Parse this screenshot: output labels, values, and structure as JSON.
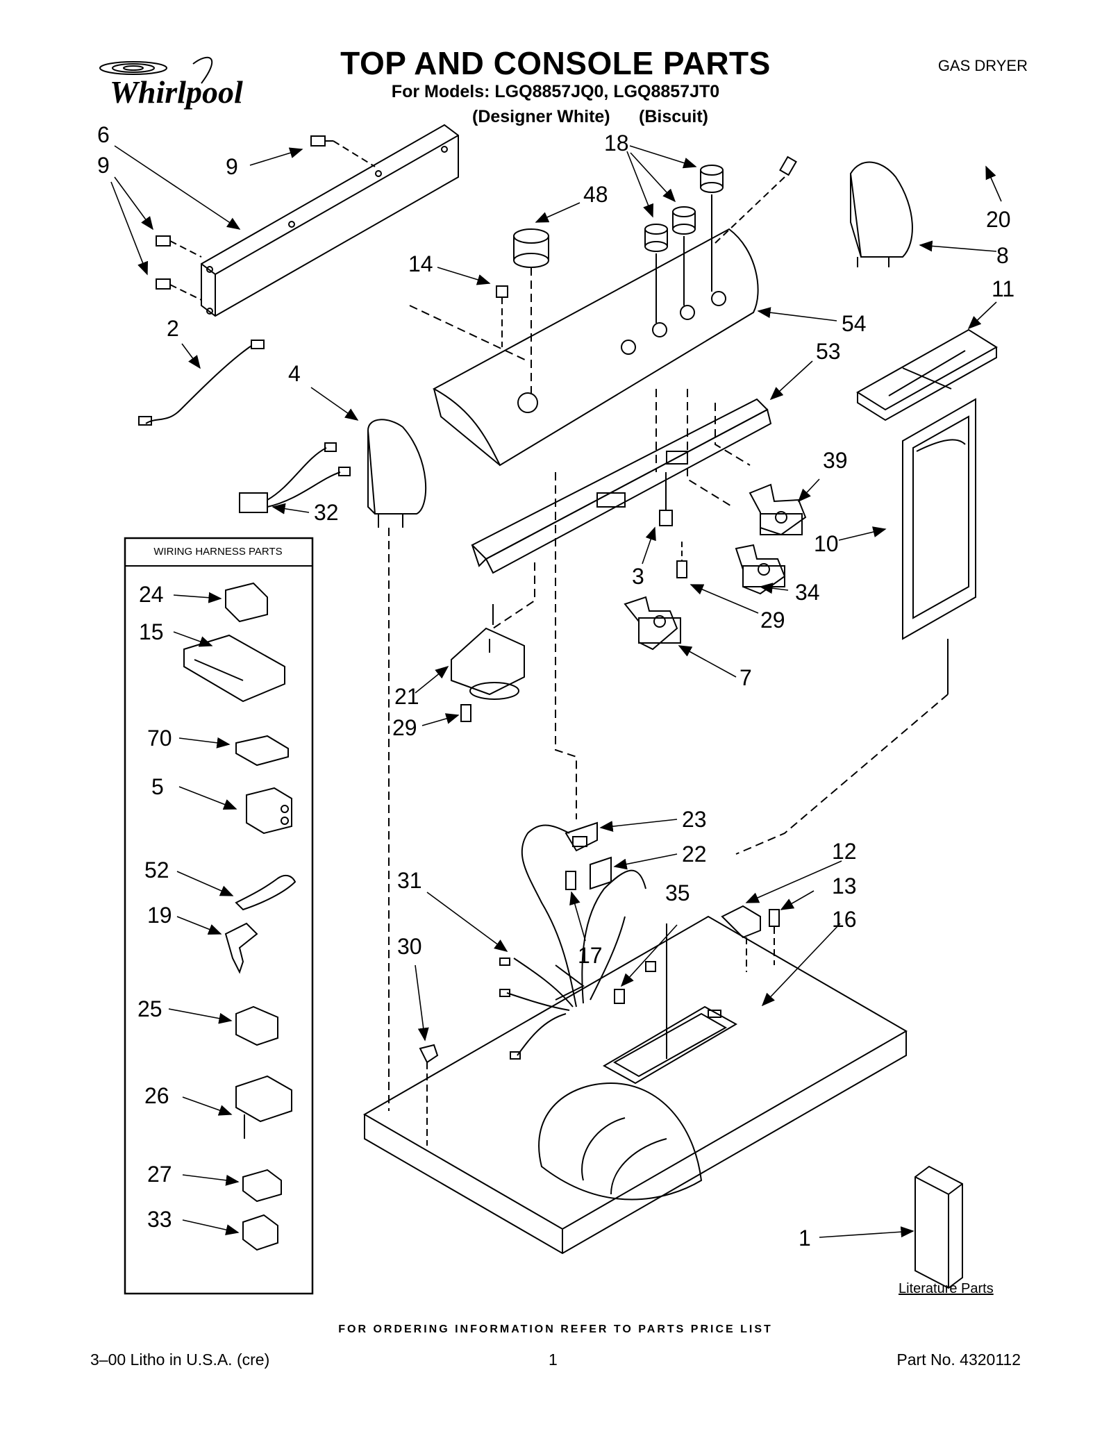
{
  "header": {
    "brand": "Whirlpool",
    "title": "TOP AND CONSOLE PARTS",
    "models_line": "For Models: LGQ8857JQ0, LGQ8857JT0",
    "color_1": "(Designer White)",
    "color_2": "(Biscuit)",
    "product_type": "GAS DRYER"
  },
  "callouts": {
    "c6": "6",
    "c9a": "9",
    "c9b": "9",
    "c2": "2",
    "c4": "4",
    "c32": "32",
    "c48": "48",
    "c14": "14",
    "c18": "18",
    "c20": "20",
    "c8": "8",
    "c11": "11",
    "c54": "54",
    "c53": "53",
    "c39": "39",
    "c10": "10",
    "c3": "3",
    "c34": "34",
    "c29a": "29",
    "c7": "7",
    "c21": "21",
    "c29b": "29",
    "c23": "23",
    "c22": "22",
    "c12": "12",
    "c13": "13",
    "c16": "16",
    "c31": "31",
    "c35": "35",
    "c17": "17",
    "c30": "30",
    "c1": "1"
  },
  "wiring_harness": {
    "title": "WIRING HARNESS PARTS",
    "items": [
      "24",
      "15",
      "70",
      "5",
      "52",
      "19",
      "25",
      "26",
      "27",
      "33"
    ]
  },
  "literature_label": "Literature Parts",
  "footer": {
    "ordering_note": "FOR ORDERING INFORMATION REFER TO PARTS PRICE LIST",
    "litho": "3–00 Litho in U.S.A. (cre)",
    "page_number": "1",
    "part_number": "Part No. 4320112"
  }
}
